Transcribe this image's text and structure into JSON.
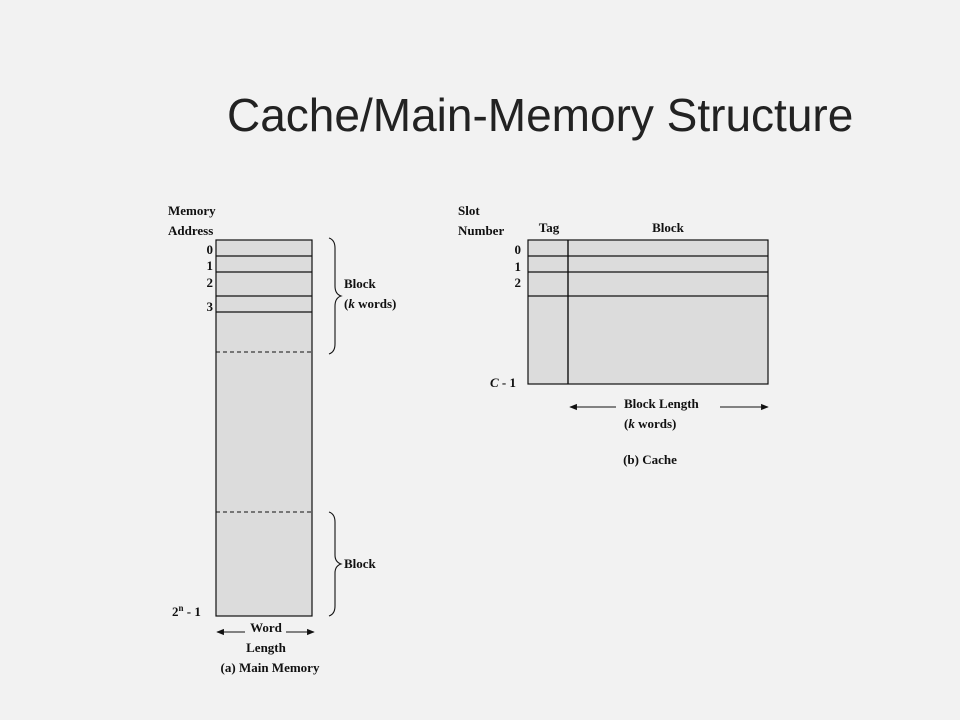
{
  "title": "Cache/Main-Memory Structure",
  "main_memory": {
    "axis_label_line1": "Memory",
    "axis_label_line2": "Address",
    "addresses": [
      "0",
      "1",
      "2",
      "3"
    ],
    "last_address_base": "2",
    "last_address_exp": "n",
    "last_address_suffix": " - 1",
    "block_label_line1": "Block",
    "block_label_paren_open": "(",
    "block_label_k": "k",
    "block_label_rest": " words)",
    "block_label_bottom": "Block",
    "width_label_line1": "Word",
    "width_label_line2": "Length",
    "caption": "(a) Main Memory"
  },
  "cache": {
    "axis_label_line1": "Slot",
    "axis_label_line2": "Number",
    "col_tag": "Tag",
    "col_block": "Block",
    "slots": [
      "0",
      "1",
      "2"
    ],
    "last_slot_var": "C",
    "last_slot_suffix": " - 1",
    "length_label_line1": "Block Length",
    "length_paren_open": "(",
    "length_k": "k",
    "length_rest": " words)",
    "caption": "(b) Cache"
  },
  "colors": {
    "cell_fill": "#dcdcdc",
    "line": "#111111",
    "background": "#f2f2f2"
  }
}
